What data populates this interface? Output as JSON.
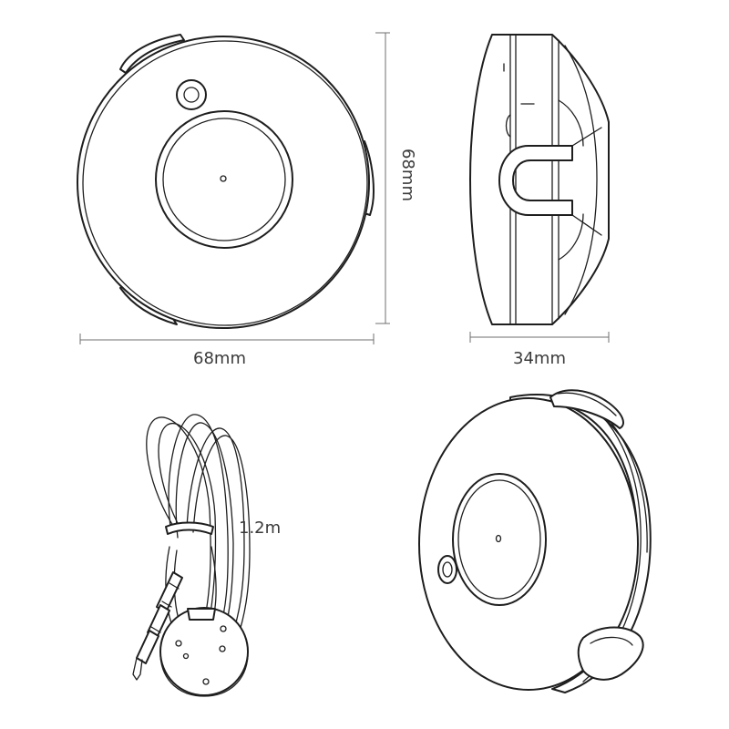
{
  "dimensions": {
    "width_label": "68mm",
    "height_label": "68mm",
    "depth_label": "34mm",
    "cable_length_label": "1.2m"
  },
  "colors": {
    "line": "#1e1e1e",
    "dimension": "#6f6f6f",
    "text": "#3a3a3a",
    "background": "#ffffff"
  }
}
